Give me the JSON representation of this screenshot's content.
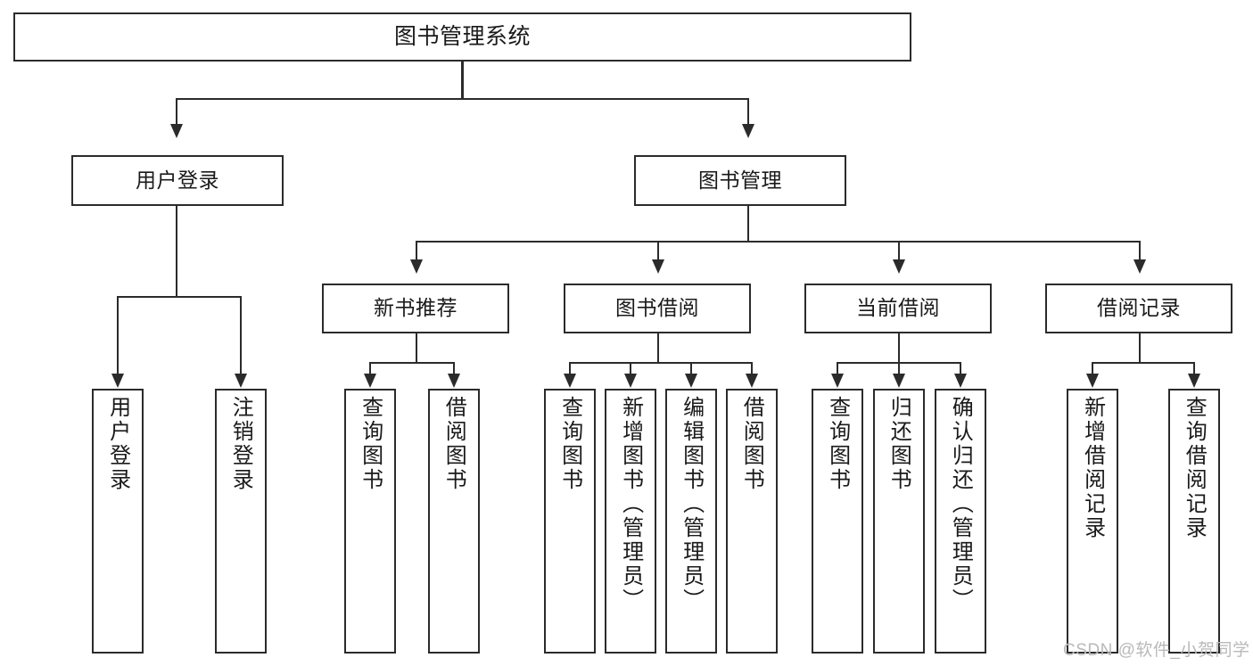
{
  "diagram": {
    "title": "图书管理系统",
    "type": "tree",
    "orientation": "top-down",
    "colors": {
      "stroke": "#2b2b2b",
      "fill": "#ffffff",
      "text": "#1a1a1a",
      "watermark": "#b9b9b9"
    },
    "root": {
      "id": "root",
      "label": "图书管理系统"
    },
    "level2": [
      {
        "id": "user-login",
        "label": "用户登录"
      },
      {
        "id": "book-manage",
        "label": "图书管理"
      }
    ],
    "level3": [
      {
        "id": "new-book-rec",
        "label": "新书推荐"
      },
      {
        "id": "book-borrow",
        "label": "图书借阅"
      },
      {
        "id": "current-borrow",
        "label": "当前借阅"
      },
      {
        "id": "borrow-record",
        "label": "借阅记录"
      }
    ],
    "leaves": [
      {
        "id": "leaf-user-login",
        "parent": "user-login",
        "label": "用户登录"
      },
      {
        "id": "leaf-logout",
        "parent": "user-login",
        "label": "注销登录"
      },
      {
        "id": "leaf-query-book-1",
        "parent": "new-book-rec",
        "label": "查询图书"
      },
      {
        "id": "leaf-borrow-book-1",
        "parent": "new-book-rec",
        "label": "借阅图书"
      },
      {
        "id": "leaf-query-book-2",
        "parent": "book-borrow",
        "label": "查询图书"
      },
      {
        "id": "leaf-add-book",
        "parent": "book-borrow",
        "label": "新增图书（管理员）"
      },
      {
        "id": "leaf-edit-book",
        "parent": "book-borrow",
        "label": "编辑图书（管理员）"
      },
      {
        "id": "leaf-borrow-book-2",
        "parent": "book-borrow",
        "label": "借阅图书"
      },
      {
        "id": "leaf-query-book-3",
        "parent": "current-borrow",
        "label": "查询图书"
      },
      {
        "id": "leaf-return-book",
        "parent": "current-borrow",
        "label": "归还图书"
      },
      {
        "id": "leaf-confirm-return",
        "parent": "current-borrow",
        "label": "确认归还（管理员）"
      },
      {
        "id": "leaf-add-record",
        "parent": "borrow-record",
        "label": "新增借阅记录"
      },
      {
        "id": "leaf-query-record",
        "parent": "borrow-record",
        "label": "查询借阅记录"
      }
    ]
  },
  "watermark": {
    "text": "CSDN @软件_小贺同学"
  }
}
